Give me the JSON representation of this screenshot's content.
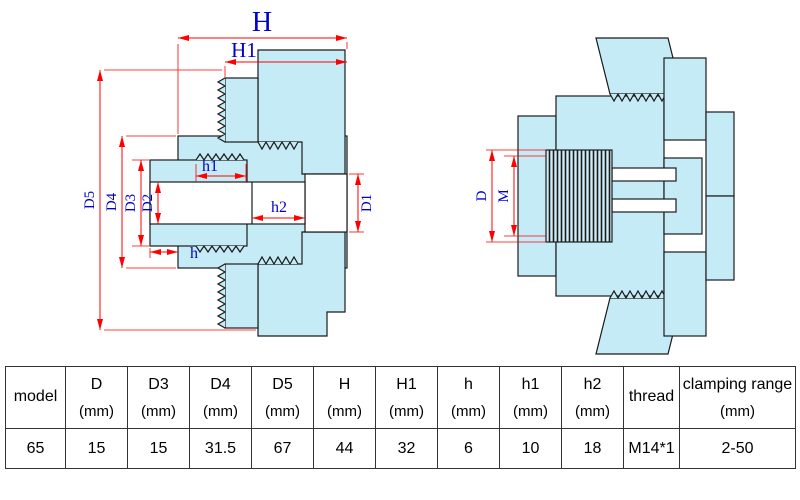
{
  "diagram": {
    "colors": {
      "part_fill": "#c5ecf6",
      "outline": "#1a1a1a",
      "dimension_red": "#ff0000",
      "label_blue": "#0000cc"
    },
    "left_view": {
      "labels": {
        "H": "H",
        "H1": "H1",
        "D5": "D5",
        "D4": "D4",
        "D3": "D3",
        "D2": "D2",
        "D1": "D1",
        "h": "h",
        "h1": "h1",
        "h2": "h2"
      }
    },
    "right_view": {
      "labels": {
        "D": "D",
        "M": "M"
      }
    }
  },
  "table": {
    "columns": [
      {
        "label": "model",
        "unit": ""
      },
      {
        "label": "D",
        "unit": "(mm)"
      },
      {
        "label": "D3",
        "unit": "(mm)"
      },
      {
        "label": "D4",
        "unit": "(mm)"
      },
      {
        "label": "D5",
        "unit": "(mm)"
      },
      {
        "label": "H",
        "unit": "(mm)"
      },
      {
        "label": "H1",
        "unit": "(mm)"
      },
      {
        "label": "h",
        "unit": "(mm)"
      },
      {
        "label": "h1",
        "unit": "(mm)"
      },
      {
        "label": "h2",
        "unit": "(mm)"
      },
      {
        "label": "thread",
        "unit": ""
      },
      {
        "label": "clamping range",
        "unit": "(mm)"
      }
    ],
    "values": [
      "65",
      "15",
      "15",
      "31.5",
      "67",
      "44",
      "32",
      "6",
      "10",
      "18",
      "M14*1",
      "2-50"
    ]
  }
}
